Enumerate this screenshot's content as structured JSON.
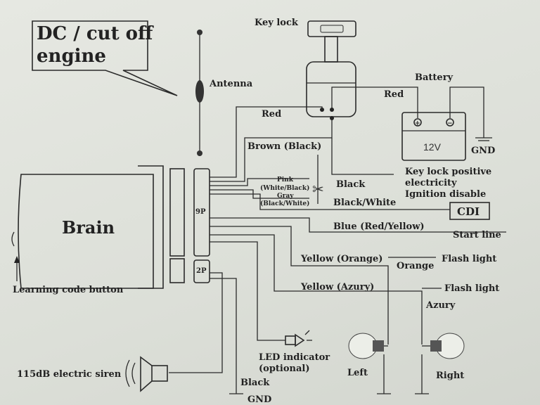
{
  "callout": {
    "line1": "DC / cut off",
    "line2": "engine"
  },
  "labels": {
    "key_lock": "Key lock",
    "antenna": "Antenna",
    "battery": "Battery",
    "battery_voltage": "12V",
    "battery_plus": "+",
    "battery_minus": "−",
    "gnd_battery": "GND",
    "red_top": "Red",
    "red_left": "Red",
    "brown_black": "Brown (Black)",
    "pink": "Pink",
    "white_black": "(White/Black)",
    "gray": "Gray",
    "black_white_small": "(Black/White)",
    "black": "Black",
    "black_white": "Black/White",
    "key_positive_1": "Key lock positive",
    "key_positive_2": "electricity",
    "ignition_disable": "Ignition disable",
    "cdi": "CDI",
    "blue_red_yellow": "Blue (Red/Yellow)",
    "start_line": "Start line",
    "brain": "Brain",
    "port_9p": "9P",
    "port_2p": "2P",
    "yellow_orange": "Yellow (Orange)",
    "orange": "Orange",
    "flash_light_1": "Flash light",
    "yellow_azury": "Yellow (Azury)",
    "flash_light_2": "Flash light",
    "azury": "Azury",
    "learning_code": "Learning code button",
    "led_1": "LED indicator",
    "led_2": "(optional)",
    "left": "Left",
    "right": "Right",
    "siren": "115dB electric siren",
    "black_bottom": "Black",
    "gnd_bottom": "GND"
  }
}
